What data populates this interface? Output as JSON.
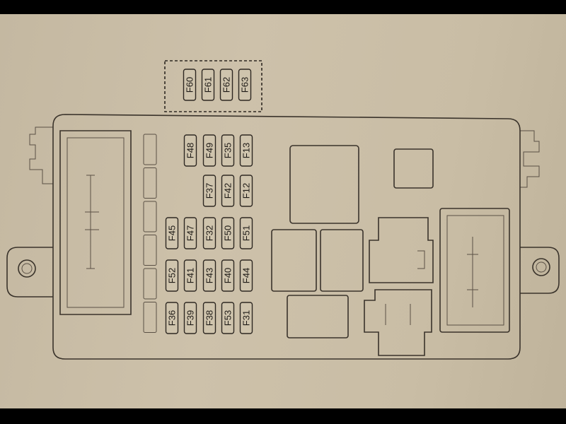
{
  "diagram": {
    "title": "Fuse box layout",
    "auxiliary_group": [
      "F60",
      "F61",
      "F62",
      "F63"
    ],
    "main_fuse_rows": [
      [
        "F48",
        "F49",
        "F35",
        "F13"
      ],
      [
        "F37",
        "F42",
        "F12"
      ],
      [
        "F45",
        "F47",
        "F32",
        "F50",
        "F51"
      ],
      [
        "F52",
        "F41",
        "F43",
        "F40",
        "F44"
      ],
      [
        "F36",
        "F39",
        "F38",
        "F53",
        "F31"
      ]
    ]
  },
  "colors": {
    "paper": "#c9bda6",
    "ink": "#2e2822"
  }
}
